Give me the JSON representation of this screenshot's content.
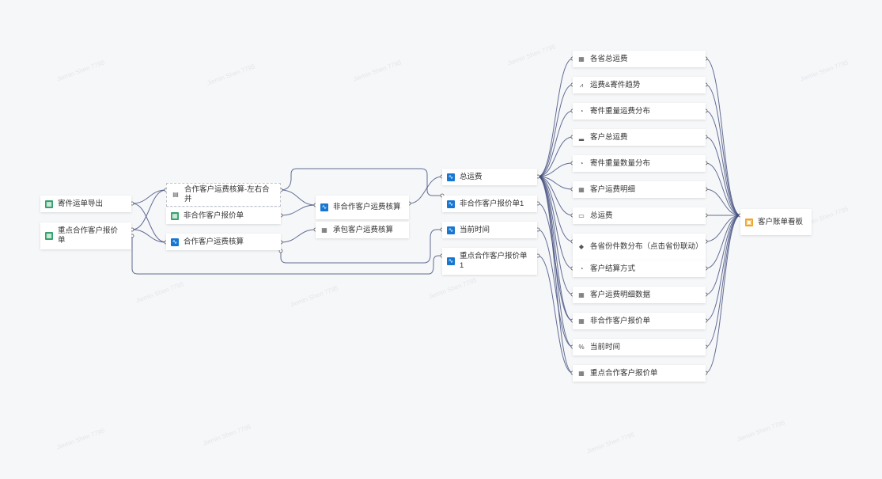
{
  "colors": {
    "edge": "#3f4a7a",
    "excel": "#33a36b",
    "model": "#1677d2",
    "dashboard": "#f0a52a"
  },
  "watermark": "Jiemin Shen 7795",
  "nodes": {
    "n1": {
      "label": "寄件运单导出",
      "icon": "excel-icon"
    },
    "n2": {
      "label": "重点合作客户报价单",
      "icon": "excel-icon"
    },
    "n3": {
      "label": "合作客户运费核算-左右合并",
      "icon": "table-icon"
    },
    "n4": {
      "label": "非合作客户报价单",
      "icon": "excel-icon"
    },
    "n5": {
      "label": "合作客户运费核算",
      "icon": "model-icon"
    },
    "n6": {
      "label": "非合作客户运费核算",
      "icon": "model-icon"
    },
    "n7": {
      "label": "承包客户运费核算",
      "icon": "table-icon"
    },
    "n8": {
      "label": "总运费",
      "icon": "model-icon"
    },
    "n9": {
      "label": "非合作客户报价单1",
      "icon": "model-icon"
    },
    "n10": {
      "label": "当前时间",
      "icon": "model-icon"
    },
    "n11": {
      "label": "重点合作客户报价单1",
      "icon": "model-icon"
    },
    "c1": {
      "label": "各省总运费",
      "icon": "table-icon"
    },
    "c2": {
      "label": "运费&寄件趋势",
      "icon": "line-chart-icon"
    },
    "c3": {
      "label": "寄件重量运费分布",
      "icon": "pie-chart-icon"
    },
    "c4": {
      "label": "客户总运费",
      "icon": "bar-chart-icon"
    },
    "c5": {
      "label": "寄件重量数量分布",
      "icon": "pie-chart-icon"
    },
    "c6": {
      "label": "客户运费明细",
      "icon": "table-icon"
    },
    "c7": {
      "label": "总运费",
      "icon": "kpi-icon"
    },
    "c8": {
      "label": "各省份件数分布（点击省份联动）",
      "icon": "map-icon"
    },
    "c9": {
      "label": "客户结算方式",
      "icon": "pie-chart-icon"
    },
    "c10": {
      "label": "客户运费明细数据",
      "icon": "table-icon"
    },
    "c11": {
      "label": "非合作客户报价单",
      "icon": "table-icon"
    },
    "c12": {
      "label": "当前时间",
      "icon": "text-icon"
    },
    "c13": {
      "label": "重点合作客户报价单",
      "icon": "table-icon"
    },
    "d1": {
      "label": "客户账单看板",
      "icon": "dashboard-icon"
    }
  }
}
